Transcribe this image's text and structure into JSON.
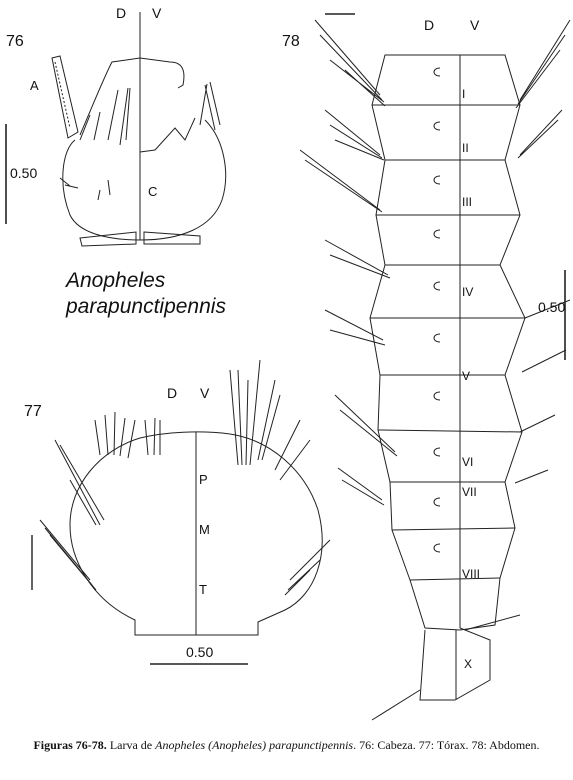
{
  "figure": {
    "species_line1": "Anopheles",
    "species_line2": "parapunctipennis",
    "panel76": {
      "number": "76",
      "dorsal": "D",
      "ventral": "V",
      "label_A": "A",
      "label_C": "C",
      "scale": "0.50"
    },
    "panel77": {
      "number": "77",
      "dorsal": "D",
      "ventral": "V",
      "label_P": "P",
      "label_M": "M",
      "label_T": "T",
      "scale": "0.50"
    },
    "panel78": {
      "number": "78",
      "dorsal": "D",
      "ventral": "V",
      "scale": "0.50",
      "segments": [
        "I",
        "II",
        "III",
        "IV",
        "V",
        "VI",
        "VII",
        "VIII",
        "X"
      ]
    }
  },
  "caption": {
    "bold": "Figuras 76-78.",
    "text1": " Larva de ",
    "italic": "Anopheles (Anopheles) parapunctipennis",
    "text2": ". 76: Cabeza. 77: Tórax. 78: Abdomen."
  }
}
